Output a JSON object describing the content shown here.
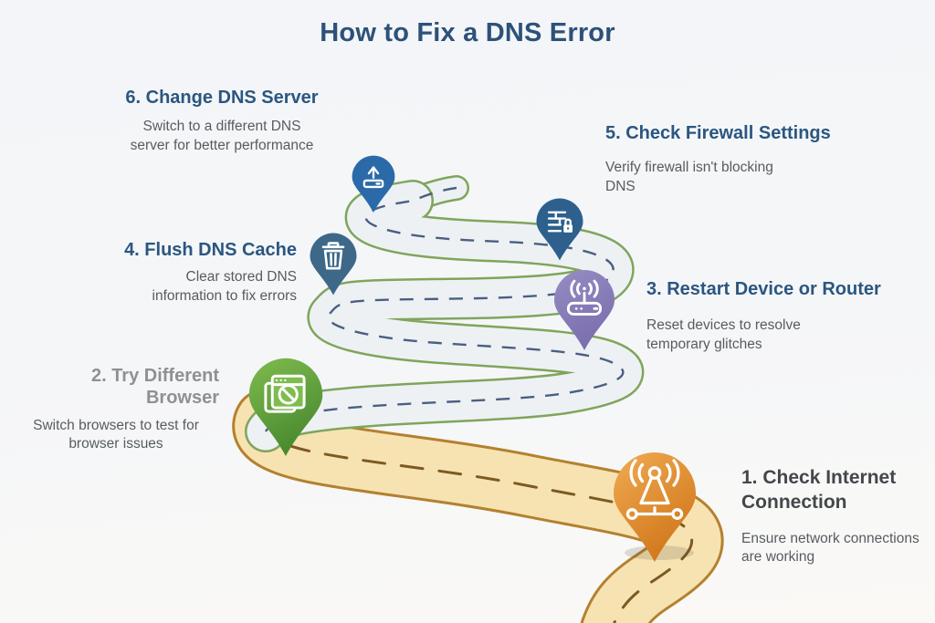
{
  "title": "How to Fix a DNS Error",
  "steps": [
    {
      "label": "1. Check Internet Connection",
      "description": "Ensure network connections are working",
      "icon": "antenna-icon",
      "pin_color_light": "#f0ab52",
      "pin_color_dark": "#d2771c",
      "heading_color": "#43474b"
    },
    {
      "label": "2. Try Different Browser",
      "description": "Switch browsers to test for browser issues",
      "icon": "browser-blocked-icon",
      "pin_color_light": "#7fbc4e",
      "pin_color_dark": "#4a8a30",
      "heading_color": "#8e9093"
    },
    {
      "label": "3. Restart Device or Router",
      "description": "Reset devices to resolve temporary glitches",
      "icon": "router-icon",
      "pin_color_light": "#968dc3",
      "pin_color_dark": "#7b6fae",
      "heading_color": "#2b5680"
    },
    {
      "label": "4. Flush DNS Cache",
      "description": "Clear stored DNS information to fix errors",
      "icon": "trash-icon",
      "pin_color": "#3d6888",
      "heading_color": "#2b5680"
    },
    {
      "label": "5. Check Firewall Settings",
      "description": "Verify firewall isn't blocking DNS",
      "icon": "firewall-icon",
      "pin_color": "#2e608e",
      "heading_color": "#2b5680"
    },
    {
      "label": "6. Change DNS Server",
      "description": "Switch to a different DNS server for better performance",
      "icon": "upload-icon",
      "pin_color": "#2a6aa8",
      "heading_color": "#2b5680"
    }
  ],
  "road": {
    "upper_fill": "#eef1f4",
    "upper_border": "#7fa55c",
    "upper_dash": "#4a5f82",
    "lower_fill": "#f7e3b2",
    "lower_border": "#b3812f",
    "lower_dash": "#7c5a22"
  },
  "colors": {
    "background": "#f4f5f7",
    "title": "#2d5179",
    "heading_blue": "#2b5680",
    "heading_gray": "#8e9093",
    "heading_dark": "#43474b",
    "description_text": "#575c61"
  }
}
